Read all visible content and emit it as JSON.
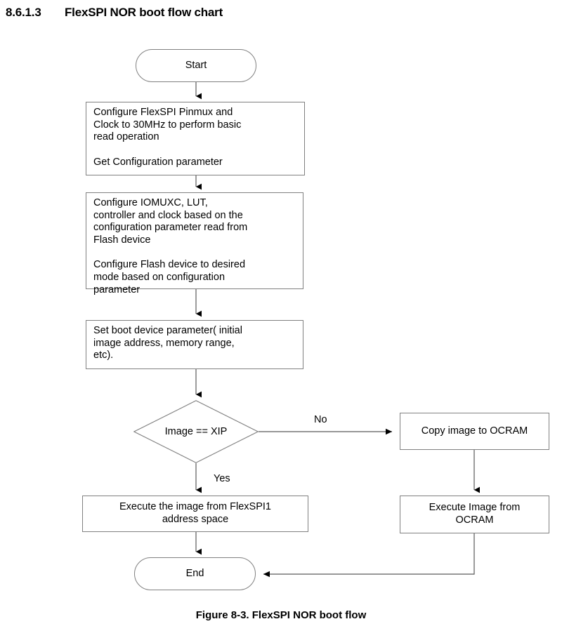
{
  "heading": {
    "number": "8.6.1.3",
    "title": "FlexSPI NOR boot flow chart"
  },
  "caption": "Figure 8-3. FlexSPI NOR boot flow",
  "colors": {
    "shape_border": "#808080",
    "connector": "#595959",
    "text": "#000000",
    "background": "#ffffff"
  },
  "flowchart": {
    "type": "flowchart",
    "nodes": {
      "start": {
        "shape": "terminator",
        "label": "Start"
      },
      "configure_flexspi": {
        "shape": "process",
        "line1": "Configure FlexSPI Pinmux and",
        "line2": "Clock to 30MHz to perform basic",
        "line3": "read operation",
        "line4": "Get Configuration parameter"
      },
      "configure_iomuxc": {
        "shape": "process",
        "line1": "Configure IOMUXC, LUT,",
        "line2": "controller and clock based on the",
        "line3": "configuration parameter read from",
        "line4": "Flash device",
        "line5": "Configure Flash device to desired",
        "line6": "mode based on configuration",
        "line7": "parameter"
      },
      "set_boot_device": {
        "shape": "process",
        "line1": "Set boot device parameter( initial",
        "line2": "image address, memory range,",
        "line3": "etc)."
      },
      "image_is_xip": {
        "shape": "decision",
        "label": "Image == XIP"
      },
      "copy_image_ocram": {
        "shape": "process",
        "label": "Copy image to OCRAM"
      },
      "execute_flexspi": {
        "shape": "process",
        "line1": "Execute the image from FlexSPI1",
        "line2": "address space"
      },
      "execute_ocram": {
        "shape": "process",
        "line1": "Execute Image from",
        "line2": "OCRAM"
      },
      "end": {
        "shape": "terminator",
        "label": "End"
      }
    },
    "edge_labels": {
      "yes": "Yes",
      "no": "No"
    },
    "edges": [
      {
        "from": "start",
        "to": "configure_flexspi",
        "label": ""
      },
      {
        "from": "configure_flexspi",
        "to": "configure_iomuxc",
        "label": ""
      },
      {
        "from": "configure_iomuxc",
        "to": "set_boot_device",
        "label": ""
      },
      {
        "from": "set_boot_device",
        "to": "image_is_xip",
        "label": ""
      },
      {
        "from": "image_is_xip",
        "to": "copy_image_ocram",
        "label": "No"
      },
      {
        "from": "image_is_xip",
        "to": "execute_flexspi",
        "label": "Yes"
      },
      {
        "from": "copy_image_ocram",
        "to": "execute_ocram",
        "label": ""
      },
      {
        "from": "execute_flexspi",
        "to": "end",
        "label": ""
      },
      {
        "from": "execute_ocram",
        "to": "end",
        "label": ""
      }
    ]
  }
}
